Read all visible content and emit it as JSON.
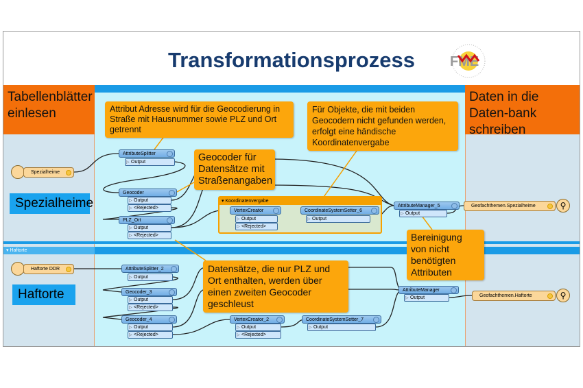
{
  "title": "Transformationsprozess",
  "logo_text": "FME",
  "headers": {
    "left": "Tabellenblätter einlesen",
    "right": "Daten in die Daten-bank schreiben"
  },
  "callouts": {
    "split": "Attribut Adresse wird für die Geocodierung in Straße mit Hausnummer sowie PLZ und Ort getrennt",
    "geocoder": "Geocoder für Datensätze mit Straßenangaben",
    "manual": "Für Objekte, die mit beiden Geocodern nicht gefunden werden, erfolgt eine händische Koordinatenvergabe",
    "cleanup": "Bereinigung von nicht benötigten Attributen",
    "plz": "Datensätze, die nur PLZ und Ort enthalten, werden über einen zweiten Geocoder geschleust"
  },
  "notes": {
    "spezialheime": "Spezialheime",
    "haftorte": "Haftorte"
  },
  "sections": {
    "haftorte": "Haftorte"
  },
  "group": {
    "title": "Koordinatenvergabe"
  },
  "ports": {
    "output": "Output",
    "rejected": "<Rejected>"
  },
  "readers": {
    "spezialheime": "Spezialheime",
    "haftorte": "Haftorte DDR"
  },
  "writers": {
    "spezialheime": "Geofachthemen.Spezialheime",
    "haftorte": "Geofachthemen.Haftorte"
  },
  "transformers": {
    "attributesplitter": "AttributeSplitter",
    "geocoder": "Geocoder",
    "plz_ort": "PLZ_Ort",
    "vertexcreator": "VertexCreator",
    "css6": "CoordinateSystemSetter_6",
    "am5": "AttributeManager_5",
    "attributesplitter2": "AttributeSplitter_2",
    "geocoder3": "Geocoder_3",
    "geocoder4": "Geocoder_4",
    "vertexcreator2": "VertexCreator_2",
    "css7": "CoordinateSystemSetter_7",
    "am": "AttributeManager"
  },
  "colors": {
    "title": "#173b6e",
    "header_orange": "#f36f0a",
    "callout": "#fca60c",
    "blue": "#1a9be6",
    "canvas": "#c8f3fb",
    "transformer": "#73aee6"
  }
}
